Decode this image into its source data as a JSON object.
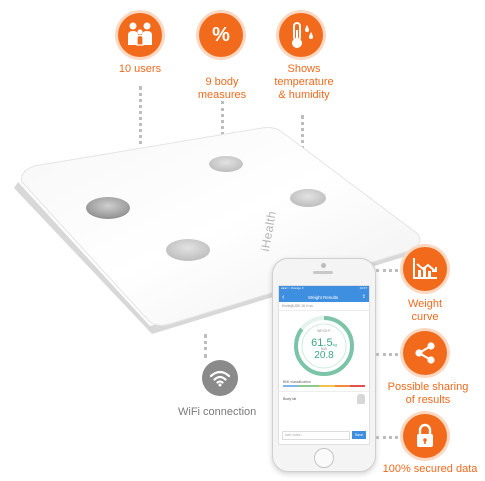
{
  "features": {
    "users_label": "10 users",
    "measures_label": "9 body\nmeasures",
    "temperature_label": "Shows\ntemperature\n& humidity",
    "weight_curve_label": "Weight\ncurve",
    "sharing_label": "Possible sharing\nof results",
    "secured_label": "100% secured data",
    "wifi_label": "WiFi connection"
  },
  "icons": {
    "users": "family-icon",
    "measures": "percent-icon",
    "temperature": "thermometer-droplets-icon",
    "weight_curve": "chart-curve-icon",
    "sharing": "share-icon",
    "secured": "padlock-icon",
    "wifi": "wifi-icon"
  },
  "percent_glyph": "%",
  "scale": {
    "brand": "iHealth"
  },
  "app": {
    "status_carrier": "●●●○○ Orange F",
    "status_time": "14:37",
    "nav_title": "Weight Results",
    "user_row": "Emile@JDE    16 H ss",
    "weight_caption": "WEIGHT",
    "weight_value": "61.5",
    "weight_unit": "kg",
    "bmi_caption": "BMI",
    "bmi_value": "20.8",
    "bmi_section": "BMI classification",
    "body_fat_label": "Body fat",
    "note_placeholder": "Add notes...",
    "save_label": "Save"
  },
  "colors": {
    "accent": "#f26a1b",
    "app_blue": "#3f8fe0",
    "ring_green": "#7bc4a8"
  }
}
